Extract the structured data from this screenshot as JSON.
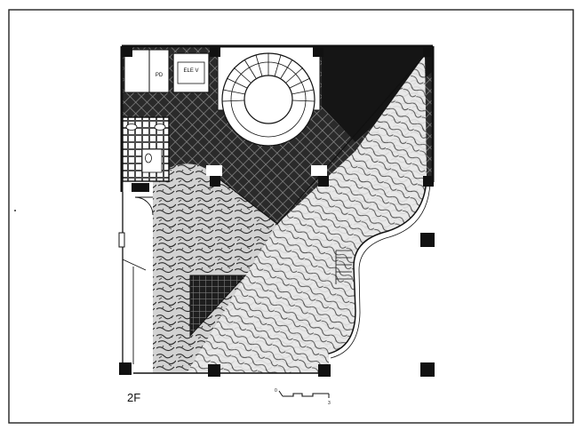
{
  "floor_label": "2F",
  "rooms": {
    "pd": "PD",
    "elevator": "ELE V"
  },
  "scale_bar": {
    "start": "0",
    "end": "3"
  },
  "colors": {
    "ink": "#111111",
    "paper": "#ffffff",
    "frame": "#222222"
  }
}
